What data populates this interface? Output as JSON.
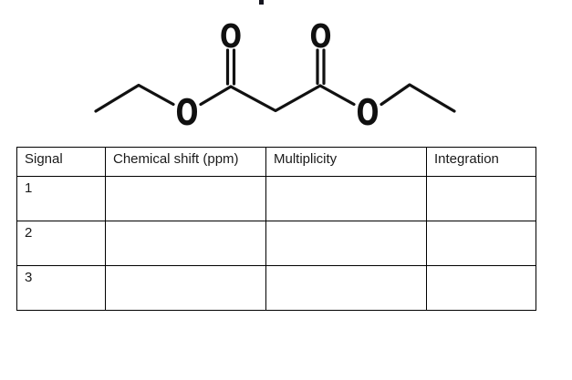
{
  "molecule": {
    "atoms": [
      "O",
      "O",
      "O",
      "O"
    ]
  },
  "table": {
    "headers": [
      "Signal",
      "Chemical shift (ppm)",
      "Multiplicity",
      "Integration"
    ],
    "rows": [
      {
        "signal": "1",
        "chemical_shift": "",
        "multiplicity": "",
        "integration": ""
      },
      {
        "signal": "2",
        "chemical_shift": "",
        "multiplicity": "",
        "integration": ""
      },
      {
        "signal": "3",
        "chemical_shift": "",
        "multiplicity": "",
        "integration": ""
      }
    ]
  },
  "colors": {
    "ink": "#1a1a1a",
    "table_border": "#000000",
    "bond": "#111111",
    "background": "#ffffff"
  }
}
